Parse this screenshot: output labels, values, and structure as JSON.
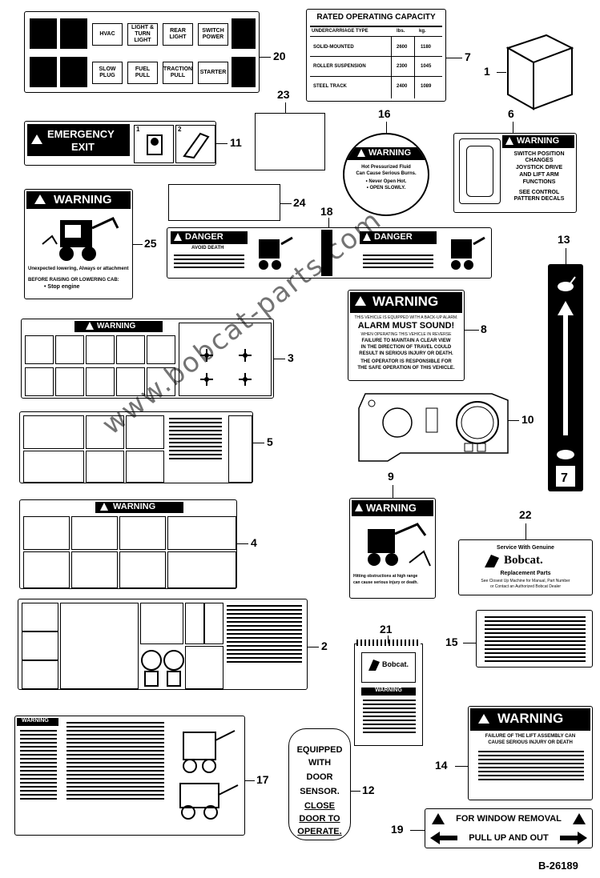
{
  "figure_id": "B-26189",
  "callouts": [
    "1",
    "2",
    "3",
    "4",
    "5",
    "6",
    "7",
    "8",
    "9",
    "10",
    "11",
    "12",
    "13",
    "14",
    "15",
    "16",
    "17",
    "19",
    "20",
    "21",
    "22",
    "23",
    "24",
    "25",
    "18"
  ],
  "decal20": {
    "row1": [
      "HVAC",
      "LIGHT & TURN LIGHT",
      "REAR LIGHT",
      "SWITCH POWER"
    ],
    "row2": [
      "SLOW PLUG",
      "FUEL PULL",
      "TRACTION PULL",
      "STARTER"
    ]
  },
  "decal7": {
    "title": "RATED OPERATING CAPACITY",
    "header": [
      "UNDERCARRIAGE TYPE",
      "lbs.",
      "kg."
    ],
    "rows": [
      [
        "SOLID-MOUNTED",
        "2600",
        "1180"
      ],
      [
        "ROLLER SUSPENSION",
        "2300",
        "1045"
      ],
      [
        "STEEL TRACK",
        "2400",
        "1089"
      ]
    ]
  },
  "decal11": {
    "line1": "EMERGENCY",
    "line2": "EXIT",
    "step1": "1",
    "step2": "2"
  },
  "decal16": {
    "title": "WARNING",
    "line1": "Hot Pressurized Fluid",
    "line2": "Can Cause Serious Burns.",
    "bullet1": "• Never Open Hot.",
    "bullet2": "• OPEN SLOWLY."
  },
  "decal6": {
    "title": "WARNING",
    "line1": "SWITCH POSITION",
    "line2": "CHANGES",
    "line3": "JOYSTICK DRIVE",
    "line4": "AND LIFT ARM",
    "line5": "FUNCTIONS",
    "line6": "SEE CONTROL",
    "line7": "PATTERN DECALS"
  },
  "decal24": {
    "title": "WARNING",
    "line1": "Unexpected lowering, Always or attachment",
    "line2": "BEFORE RAISING OR LOWERING CAB:",
    "bullet": "• Stop engine"
  },
  "decal18": {
    "left": "DANGER",
    "right": "DANGER",
    "sub": "AVOID DEATH"
  },
  "decal8": {
    "title": "WARNING",
    "line1": "THIS VEHICLE IS EQUIPPED WITH A BACK-UP ALARM.",
    "line2": "ALARM MUST SOUND!",
    "line3": "WHEN OPERATING THIS VEHICLE IN REVERSE",
    "line4": "FAILURE TO MAINTAIN A CLEAR VIEW",
    "line5": "IN THE DIRECTION OF TRAVEL COULD",
    "line6": "RESULT IN SERIOUS INJURY OR DEATH.",
    "line7": "THE OPERATOR IS RESPONSIBLE FOR",
    "line8": "THE SAFE OPERATION OF THIS VEHICLE."
  },
  "decal3": {
    "title": "WARNING"
  },
  "decal4": {
    "title": "WARNING"
  },
  "decal9": {
    "title": "WARNING",
    "line1": "Hitting obstructions at high range",
    "line2": "can cause serious injury or death."
  },
  "decal21": {
    "line1": "Service With Genuine",
    "brand": "Bobcat.",
    "line2": "Replacement Parts",
    "line3": "See Closest Up Machine for Manual, Part Number",
    "line4": "or Contact an Authorized Bobcat Dealer"
  },
  "decal25": {
    "brand": "Bobcat.",
    "warn": "WARNING"
  },
  "decal14": {
    "title": "WARNING",
    "line1": "FAILURE OF THE LIFT ASSEMBLY CAN",
    "line2": "CAUSE SERIOUS INJURY OR DEATH"
  },
  "decal12": {
    "l1": "EQUIPPED",
    "l2": "WITH",
    "l3": "DOOR",
    "l4": "SENSOR.",
    "l5": "CLOSE",
    "l6": "DOOR TO",
    "l7": "OPERATE."
  },
  "decal19": {
    "line1": "FOR WINDOW REMOVAL",
    "line2": "PULL UP AND OUT"
  },
  "decal17": {
    "title": "WARNING"
  },
  "watermark": "www.bobcat-parts.com",
  "colors": {
    "ink": "#000000",
    "paper": "#ffffff"
  }
}
